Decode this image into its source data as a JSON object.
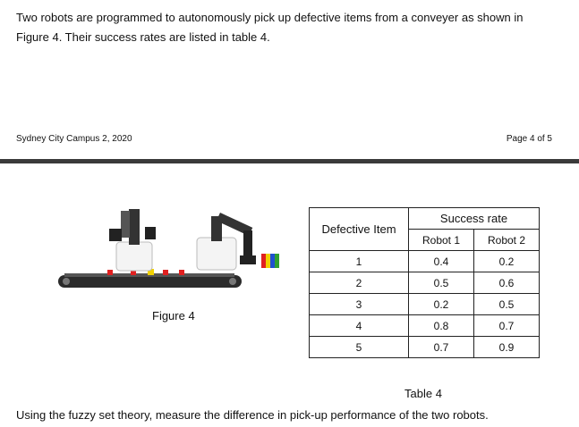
{
  "intro": {
    "line1": "Two robots are programmed to autonomously pick up defective items from a conveyer as shown in",
    "line2": "Figure 4. Their success rates are listed in table 4."
  },
  "footer": {
    "left": "Sydney City Campus 2, 2020",
    "right": "Page 4 of 5"
  },
  "figure": {
    "caption": "Figure 4"
  },
  "table": {
    "header_item": "Defective Item",
    "header_success": "Success rate",
    "header_robot1": "Robot 1",
    "header_robot2": "Robot 2",
    "rows": [
      {
        "item": "1",
        "r1": "0.4",
        "r2": "0.2"
      },
      {
        "item": "2",
        "r1": "0.5",
        "r2": "0.6"
      },
      {
        "item": "3",
        "r1": "0.2",
        "r2": "0.5"
      },
      {
        "item": "4",
        "r1": "0.8",
        "r2": "0.7"
      },
      {
        "item": "5",
        "r1": "0.7",
        "r2": "0.9"
      }
    ],
    "caption": "Table 4"
  },
  "question": "Using the fuzzy set theory, measure the difference in pick-up performance of the two robots.",
  "colors": {
    "divider": "#3a3a3a",
    "belt": "#2b2b2b",
    "block_red": "#e02020",
    "block_yellow": "#f0d000",
    "block_blue": "#2050d0",
    "block_green": "#30a030"
  }
}
